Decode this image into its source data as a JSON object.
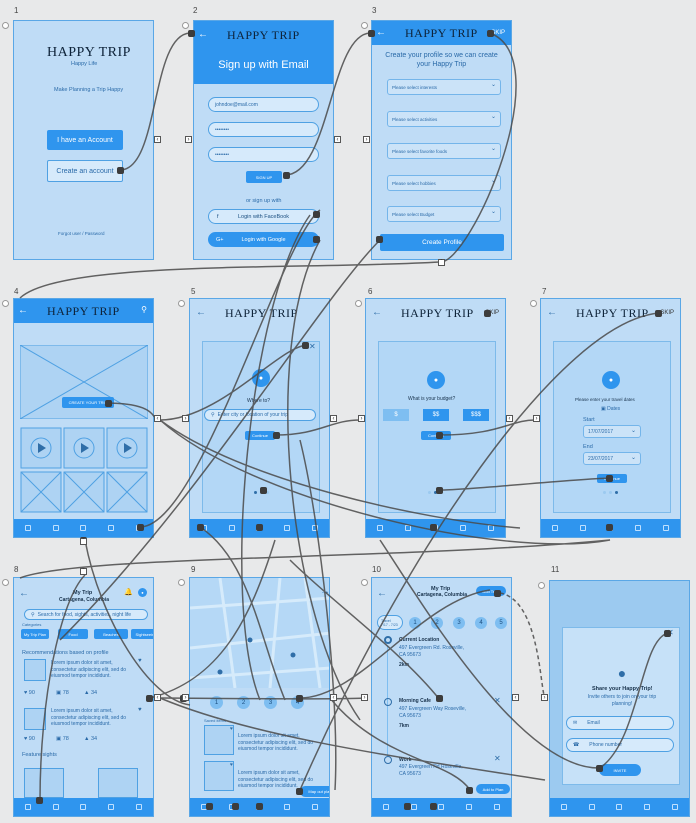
{
  "artboards": {
    "a1": {
      "num": "1",
      "brand": "HAPPY TRIP",
      "sub": "Happy Life",
      "tagline": "Make Planning a Trip Happy",
      "btn_account": "I have an Account",
      "btn_create": "Create an account",
      "forgot": "Forgot user  /  Password"
    },
    "a2": {
      "num": "2",
      "brand": "HAPPY TRIP",
      "title": "Sign up with Email",
      "email": "johndoe@mail.com",
      "pw1": "••••••••",
      "pw2": "••••••••",
      "signup": "SIGN UP",
      "or": "or sign up with",
      "fb": "Login with FaceBook",
      "google": "Login with Google"
    },
    "a3": {
      "num": "3",
      "brand": "HAPPY TRIP",
      "skip": "SKIP",
      "intro": "Create your profile so we can create your Happy Trip",
      "s1": "Please select interests",
      "s2": "Please select activities",
      "s3": "Please select favorite foods",
      "s4": "Please select hobbies",
      "s5": "Please select Budget",
      "create": "Create Profile"
    },
    "a4": {
      "num": "4",
      "brand": "HAPPY TRIP",
      "cta": "CREATE YOUR TRIP"
    },
    "a5": {
      "num": "5",
      "brand": "HAPPY TRIP",
      "q": "Where to?",
      "search": "Enter city or location of your trip",
      "continue": "Continue"
    },
    "a6": {
      "num": "6",
      "brand": "HAPPY TRIP",
      "skip": "SKIP",
      "q": "What is your budget?",
      "b1": "$",
      "b2": "$$",
      "b3": "$$$",
      "continue": "Continue"
    },
    "a7": {
      "num": "7",
      "brand": "HAPPY TRIP",
      "skip": "SKIP",
      "q": "Please enter your travel dates",
      "dates": "Dates",
      "start_label": "Start",
      "start": "17/07/2017",
      "end_label": "End",
      "end": "23/07/2017",
      "continue": "Continue"
    },
    "a8": {
      "num": "8",
      "title": "My Trip",
      "place": "Cartagena, Columbia",
      "search": "Search for food, sights, activities, night life",
      "categories": "Categories",
      "cat1": "My Trip Plan",
      "cat2": "Food",
      "cat3": "Beaches",
      "cat4": "Sightseeing",
      "rec": "Recommendations based on profile",
      "lorem1": "Lorem ipsum dolor sit amet, consectetur adipiscing elit, sed do eiusmod tempor incididunt.",
      "lorem2": "Lorem ipsum dolor sit amet, consectetur adipiscing elit, sed do eiusmod tempor incididunt.",
      "c1": "90",
      "c2": "78",
      "c3": "34",
      "c4": "90",
      "c5": "78",
      "c6": "34",
      "feature": "Feature sights"
    },
    "a9": {
      "num": "9",
      "saved": "Saved items",
      "lorem": "Lorem ipsum dolor sit amet, consectetur adipiscing elit, sed do eiusmod tempor incididunt.",
      "lorem2": "Lorem ipsum dolor sit amet, consectetur adipiscing elit, sed do eiusmod tempor incididunt.",
      "map_btn": "Map out plan",
      "d1": "1",
      "d2": "2",
      "d3": "3",
      "d4": "4"
    },
    "a10": {
      "num": "10",
      "title": "My Trip",
      "place": "Cartagena, Columbia",
      "add": "Add Trips",
      "travel": "Travel",
      "travel_dates": "7/17 - 7/23",
      "d1": "1",
      "d2": "2",
      "d3": "3",
      "d4": "4",
      "d5": "5",
      "loc_title": "Current Location",
      "loc_addr": "497 Evergreen Rd. Roseville, CA 95673",
      "loc_dist": "2km",
      "cafe_title": "Morning Cafe",
      "cafe_addr": "497 Evergreen Way Roseville, CA 95673",
      "cafe_dist": "7km",
      "work_title": "Work",
      "work_addr": "497 Evergreen Rd Roseville, CA 95673",
      "add_plan": "Add to Plan"
    },
    "a11": {
      "num": "11",
      "title": "Share your Happy Trip!",
      "sub": "Invite others to join on your trip planning!",
      "email": "Email",
      "phone": "Phone number",
      "invite": "INVITE"
    }
  }
}
